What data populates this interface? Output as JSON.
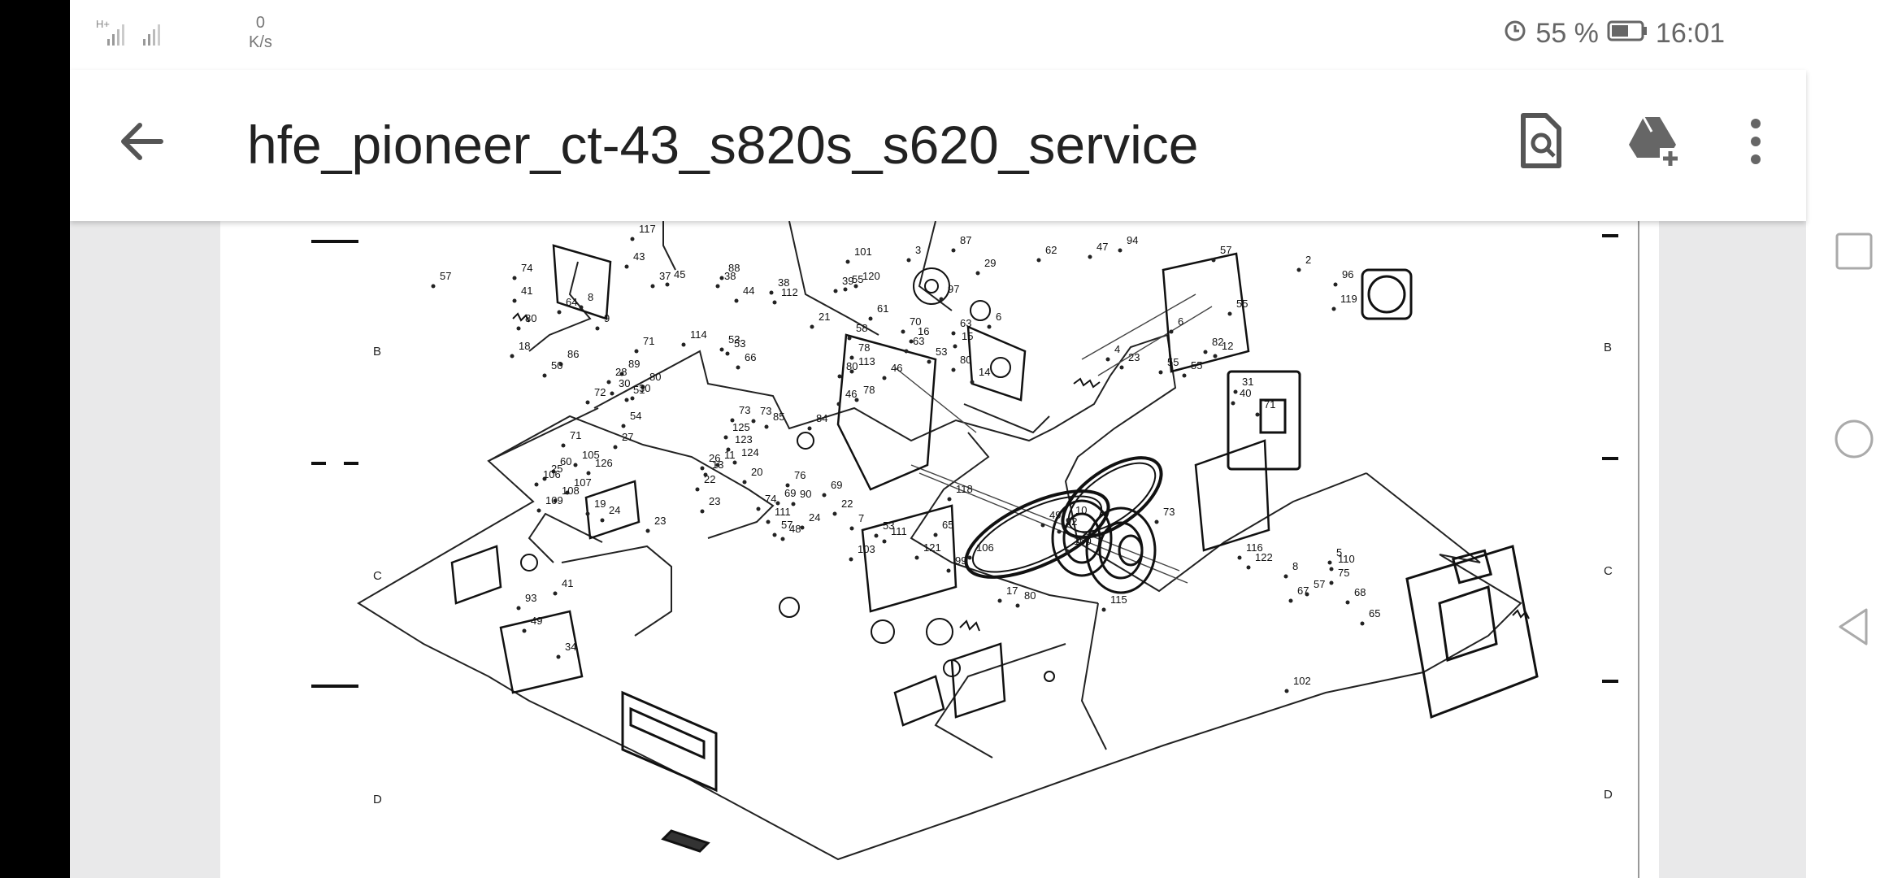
{
  "status_bar": {
    "network_type": "H+",
    "speed_value": "0",
    "speed_unit": "K/s",
    "battery_percent": "55 %",
    "time": "16:01"
  },
  "app_bar": {
    "title": "hfe_pioneer_ct-43_s820s_s620_service",
    "back_icon": "arrow-back-icon",
    "actions": [
      "find-in-page-icon",
      "add-to-drive-icon",
      "more-vert-icon"
    ]
  },
  "document": {
    "grid_labels_left": [
      "B",
      "C",
      "D"
    ],
    "grid_labels_right": [
      "B",
      "C",
      "D"
    ],
    "part_numbers": [
      "117",
      "101",
      "3",
      "87",
      "29",
      "62",
      "47",
      "94",
      "57",
      "2",
      "96",
      "119",
      "88",
      "43",
      "37",
      "45",
      "38",
      "44",
      "38",
      "39",
      "55",
      "120",
      "97",
      "57",
      "74",
      "41",
      "64",
      "8",
      "9",
      "112",
      "21",
      "58",
      "61",
      "63",
      "70",
      "16",
      "6",
      "55",
      "6",
      "12",
      "80",
      "18",
      "50",
      "86",
      "71",
      "53",
      "53",
      "63",
      "15",
      "4",
      "23",
      "55",
      "82",
      "89",
      "114",
      "66",
      "53",
      "78",
      "80",
      "80",
      "113",
      "46",
      "55",
      "31",
      "28",
      "80",
      "30",
      "30",
      "51",
      "72",
      "54",
      "73",
      "73",
      "85",
      "78",
      "46",
      "40",
      "71",
      "14",
      "10",
      "73",
      "84",
      "71",
      "27",
      "25",
      "126",
      "125",
      "123",
      "124",
      "26",
      "11",
      "13",
      "116",
      "122",
      "5",
      "115",
      "75",
      "68",
      "67",
      "110",
      "65",
      "102",
      "105",
      "60",
      "106",
      "107",
      "108",
      "109",
      "19",
      "24",
      "23",
      "20",
      "69",
      "22",
      "23",
      "24",
      "76",
      "69",
      "22",
      "90",
      "74",
      "111",
      "57",
      "48",
      "7",
      "53",
      "118",
      "49",
      "92",
      "100",
      "65",
      "106",
      "103",
      "111",
      "121",
      "99",
      "17",
      "80",
      "8",
      "57",
      "41",
      "93",
      "49",
      "34"
    ]
  },
  "nav": [
    "square-recents-icon",
    "circle-home-icon",
    "triangle-back-icon"
  ]
}
